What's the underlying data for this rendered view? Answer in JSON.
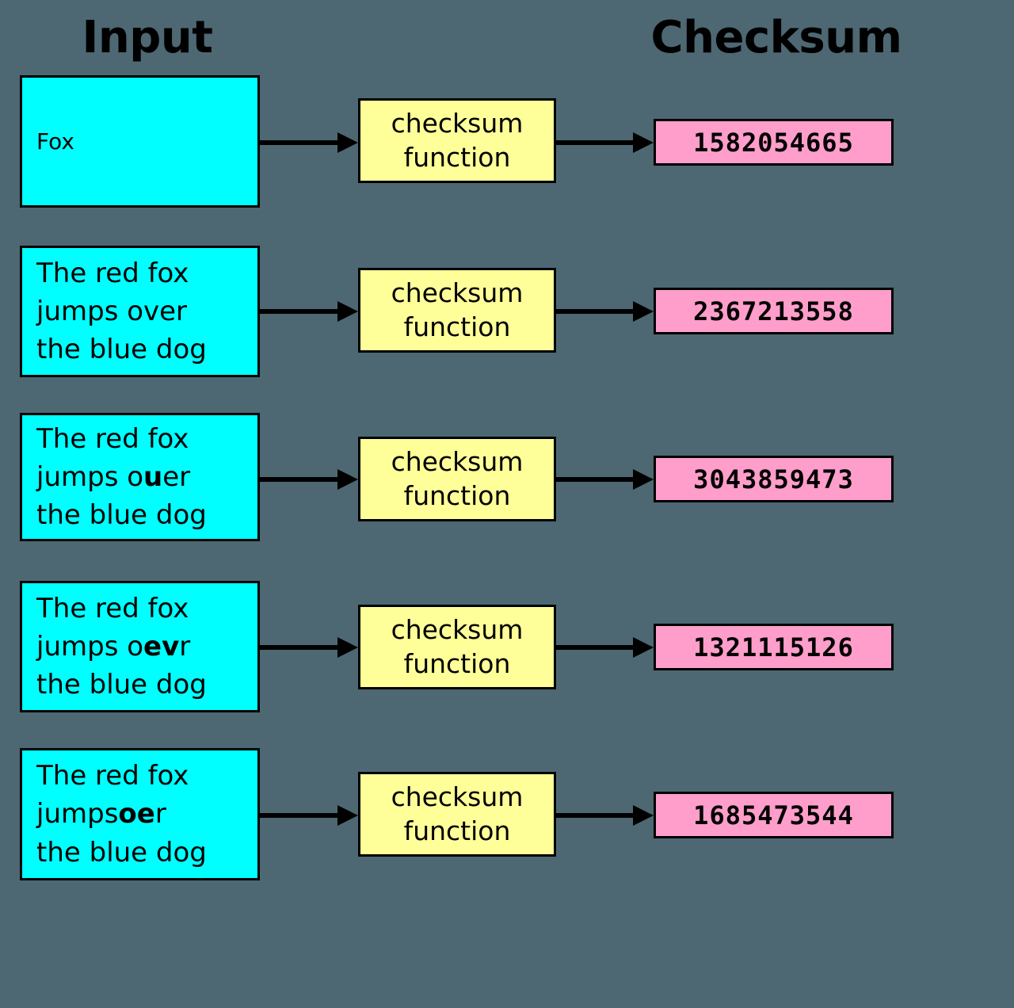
{
  "headers": {
    "input": "Input",
    "checksum": "Checksum"
  },
  "colors": {
    "background": "#4D6872",
    "input_box": "#00FFFF",
    "function_box": "#FFFF99",
    "checksum_box": "#FF9ECB",
    "stroke": "#000000"
  },
  "function_label": "checksum\nfunction",
  "rows": [
    {
      "input_plain": "Fox",
      "input_prefix": "Fox",
      "input_highlight": "",
      "input_suffix": "",
      "function_label": "checksum\nfunction",
      "checksum": "1582054665"
    },
    {
      "input_plain": "The red fox\njumps over\nthe blue dog",
      "input_prefix": "The red fox\njumps over\nthe blue dog",
      "input_highlight": "",
      "input_suffix": "",
      "function_label": "checksum\nfunction",
      "checksum": "2367213558"
    },
    {
      "input_plain": "The red fox\njumps ouer\nthe blue dog",
      "input_prefix": "The red fox\njumps o",
      "input_highlight": "u",
      "input_suffix": "er\nthe blue dog",
      "function_label": "checksum\nfunction",
      "checksum": "3043859473"
    },
    {
      "input_plain": "The red fox\njumps oevr\nthe blue dog",
      "input_prefix": "The red fox\njumps o",
      "input_highlight": "ev",
      "input_suffix": "r\nthe blue dog",
      "function_label": "checksum\nfunction",
      "checksum": "1321115126"
    },
    {
      "input_plain": "The red fox\njumpsoer\nthe blue dog",
      "input_prefix": "The red fox\njumps",
      "input_highlight": "oe",
      "input_suffix": "r\nthe blue dog",
      "function_label": "checksum\nfunction",
      "checksum": "1685473544"
    }
  ]
}
